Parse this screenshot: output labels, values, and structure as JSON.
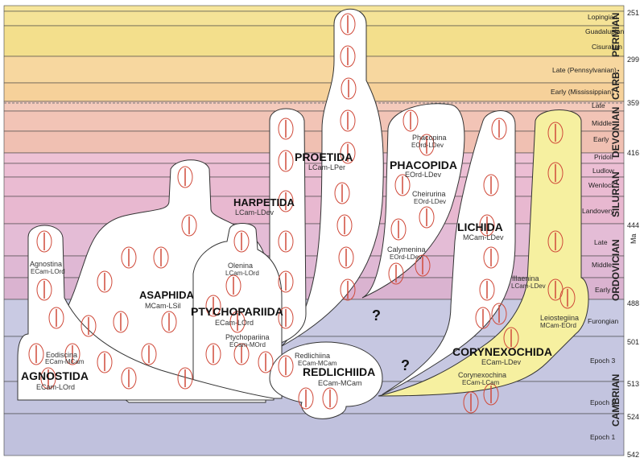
{
  "timescale": {
    "unit": "Ma",
    "ma_ticks": [
      "251",
      "299",
      "359",
      "416",
      "444",
      "488",
      "501",
      "513",
      "524",
      "542"
    ],
    "periods": [
      "PERMIAN",
      "CARB.",
      "DEVONIAN",
      "SILURIAN",
      "ORDOVICIAN",
      "CAMBRIAN"
    ],
    "epochs": [
      "Lopingian",
      "Guadalupian",
      "Cisuralian",
      "Late (Pennsylvanian)",
      "Early (Mississippian)",
      "Late",
      "Middle",
      "Early",
      "Pridoli",
      "Ludlow",
      "Wenlock",
      "Landovery",
      "Late",
      "Middle",
      "Early",
      "Furongian",
      "Epoch 3",
      "Epoch 2",
      "Epoch 1"
    ]
  },
  "groups": {
    "agnostida": {
      "name": "AGNOSTIDA",
      "range": "ECam-LOrd"
    },
    "asaphida": {
      "name": "ASAPHIDA",
      "range": "MCam-LSil"
    },
    "ptychopariida": {
      "name": "PTYCHOPARIIDA",
      "range": "ECam-LOrd"
    },
    "harpetida": {
      "name": "HARPETIDA",
      "range": "LCam-LDev"
    },
    "proetida": {
      "name": "PROETIDA",
      "range": "LCam-LPer"
    },
    "phacopida": {
      "name": "PHACOPIDA",
      "range": "EOrd-LDev"
    },
    "lichida": {
      "name": "LICHIDA",
      "range": "MCam-LDev"
    },
    "corynexochida": {
      "name": "CORYNEXOCHIDA",
      "range": "ECam-LDev"
    },
    "redlichiida": {
      "name": "REDLICHIIDA",
      "range": "ECam-MCam"
    }
  },
  "suborders": {
    "agnostina": {
      "name": "Agnostina",
      "range": "ECam-LOrd"
    },
    "eodiscina": {
      "name": "Eodiscina",
      "range": "ECam-MCam"
    },
    "olenina": {
      "name": "Olenina",
      "range": "LCam-LOrd"
    },
    "ptychopariina": {
      "name": "Ptychopariina",
      "range": "ECam-MOrd"
    },
    "phacopina": {
      "name": "Phacopina",
      "range": "EOrd-LDev"
    },
    "cheirurina": {
      "name": "Cheirurina",
      "range": "EOrd-LDev"
    },
    "calymenina": {
      "name": "Calymenina",
      "range": "EOrd-LDev"
    },
    "illaenina": {
      "name": "Illaenina",
      "range": "LCam-LDev"
    },
    "leiostegiina": {
      "name": "Leiostegiina",
      "range": "MCam-EOrd"
    },
    "corynexochina": {
      "name": "Corynexochina",
      "range": "ECam-LCam"
    },
    "redlichiina": {
      "name": "Redlichiina",
      "range": "ECam-MCam"
    }
  },
  "unknown_marks": [
    "?",
    "?"
  ],
  "colors": {
    "permian": "#f4df8c",
    "carboniferous": "#f6d49a",
    "devonian": "#f3c6b8",
    "silurian": "#ebbfd6",
    "ordovician": "#e2bcd6",
    "cambrian": "#c7c8e2",
    "corynexochida_fill": "#f6f0a0",
    "trilobite": "#d04a3a"
  }
}
